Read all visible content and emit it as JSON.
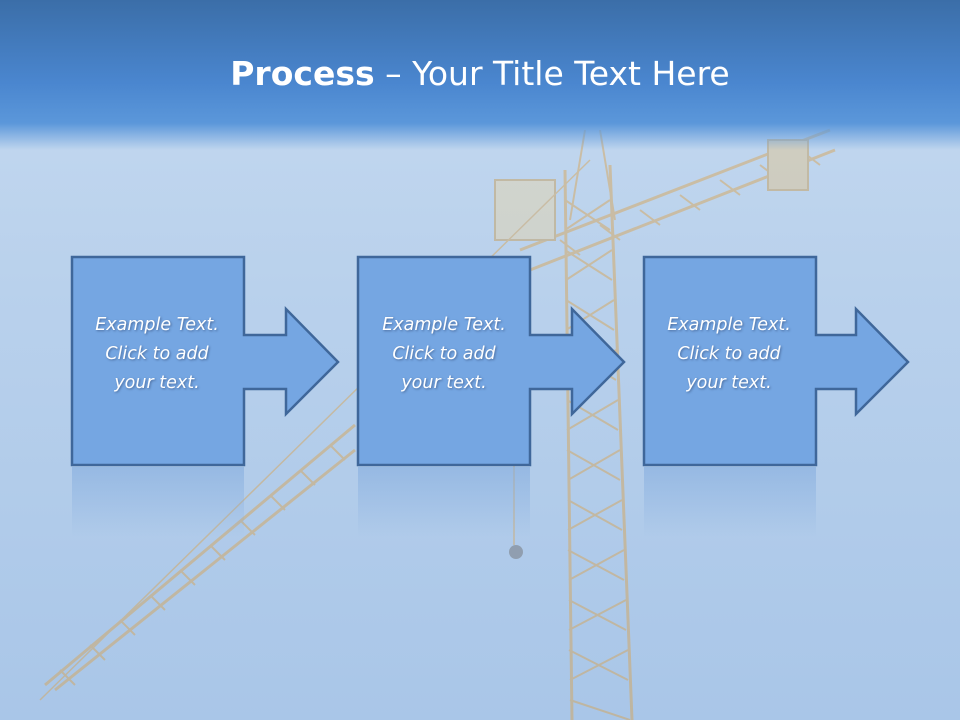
{
  "slide": {
    "title_bold": "Process",
    "title_rest": " – Your Title Text Here",
    "colors": {
      "title_bar": "#4a86cf",
      "box_fill": "#75a6e2",
      "box_border": "#3f679a",
      "background": "#c0d6ee",
      "crane": "#e3b46c"
    }
  },
  "process": {
    "steps": [
      {
        "line1": "Example Text.",
        "line2": "Click  to add",
        "line3": "your text."
      },
      {
        "line1": "Example Text.",
        "line2": "Click  to add",
        "line3": "your text."
      },
      {
        "line1": "Example Text.",
        "line2": "Click  to add",
        "line3": "your text."
      }
    ]
  }
}
